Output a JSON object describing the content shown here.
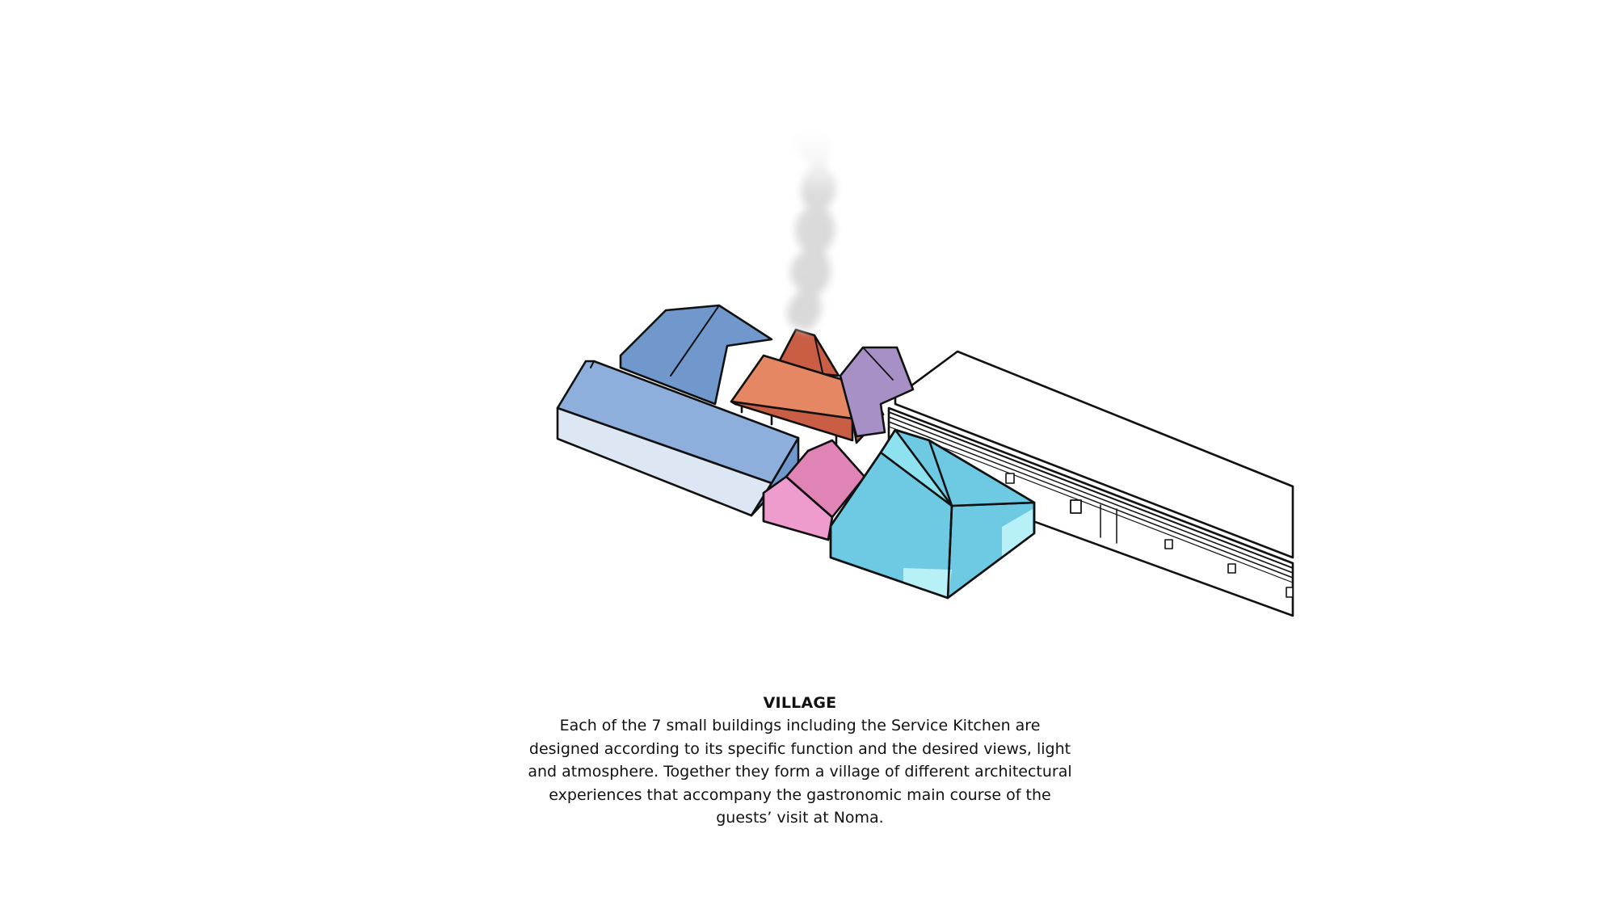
{
  "caption": {
    "title": "VILLAGE",
    "lines": [
      "Each of the 7 small buildings including the Service Kitchen are",
      "designed according to its specific function and the desired views, light",
      "and atmosphere. Together they form a village of different architectural",
      "experiences that accompany the gastronomic main course of the",
      "guests’ visit at Noma."
    ]
  },
  "colors": {
    "outline": "#111111",
    "blue_dark": "#7098cd",
    "blue_light": "#8eaedb",
    "blue_pale": "#dde7f4",
    "orange_roof": "#e68763",
    "orange_dark": "#c95e45",
    "purple": "#a690c6",
    "pink": "#e084b6",
    "pink_light": "#ee9ccd",
    "cyan": "#6ec9e2",
    "cyan_top": "#8ee2ef",
    "cyan_pale": "#b8f0f7",
    "smoke": "#d8d8d8"
  }
}
